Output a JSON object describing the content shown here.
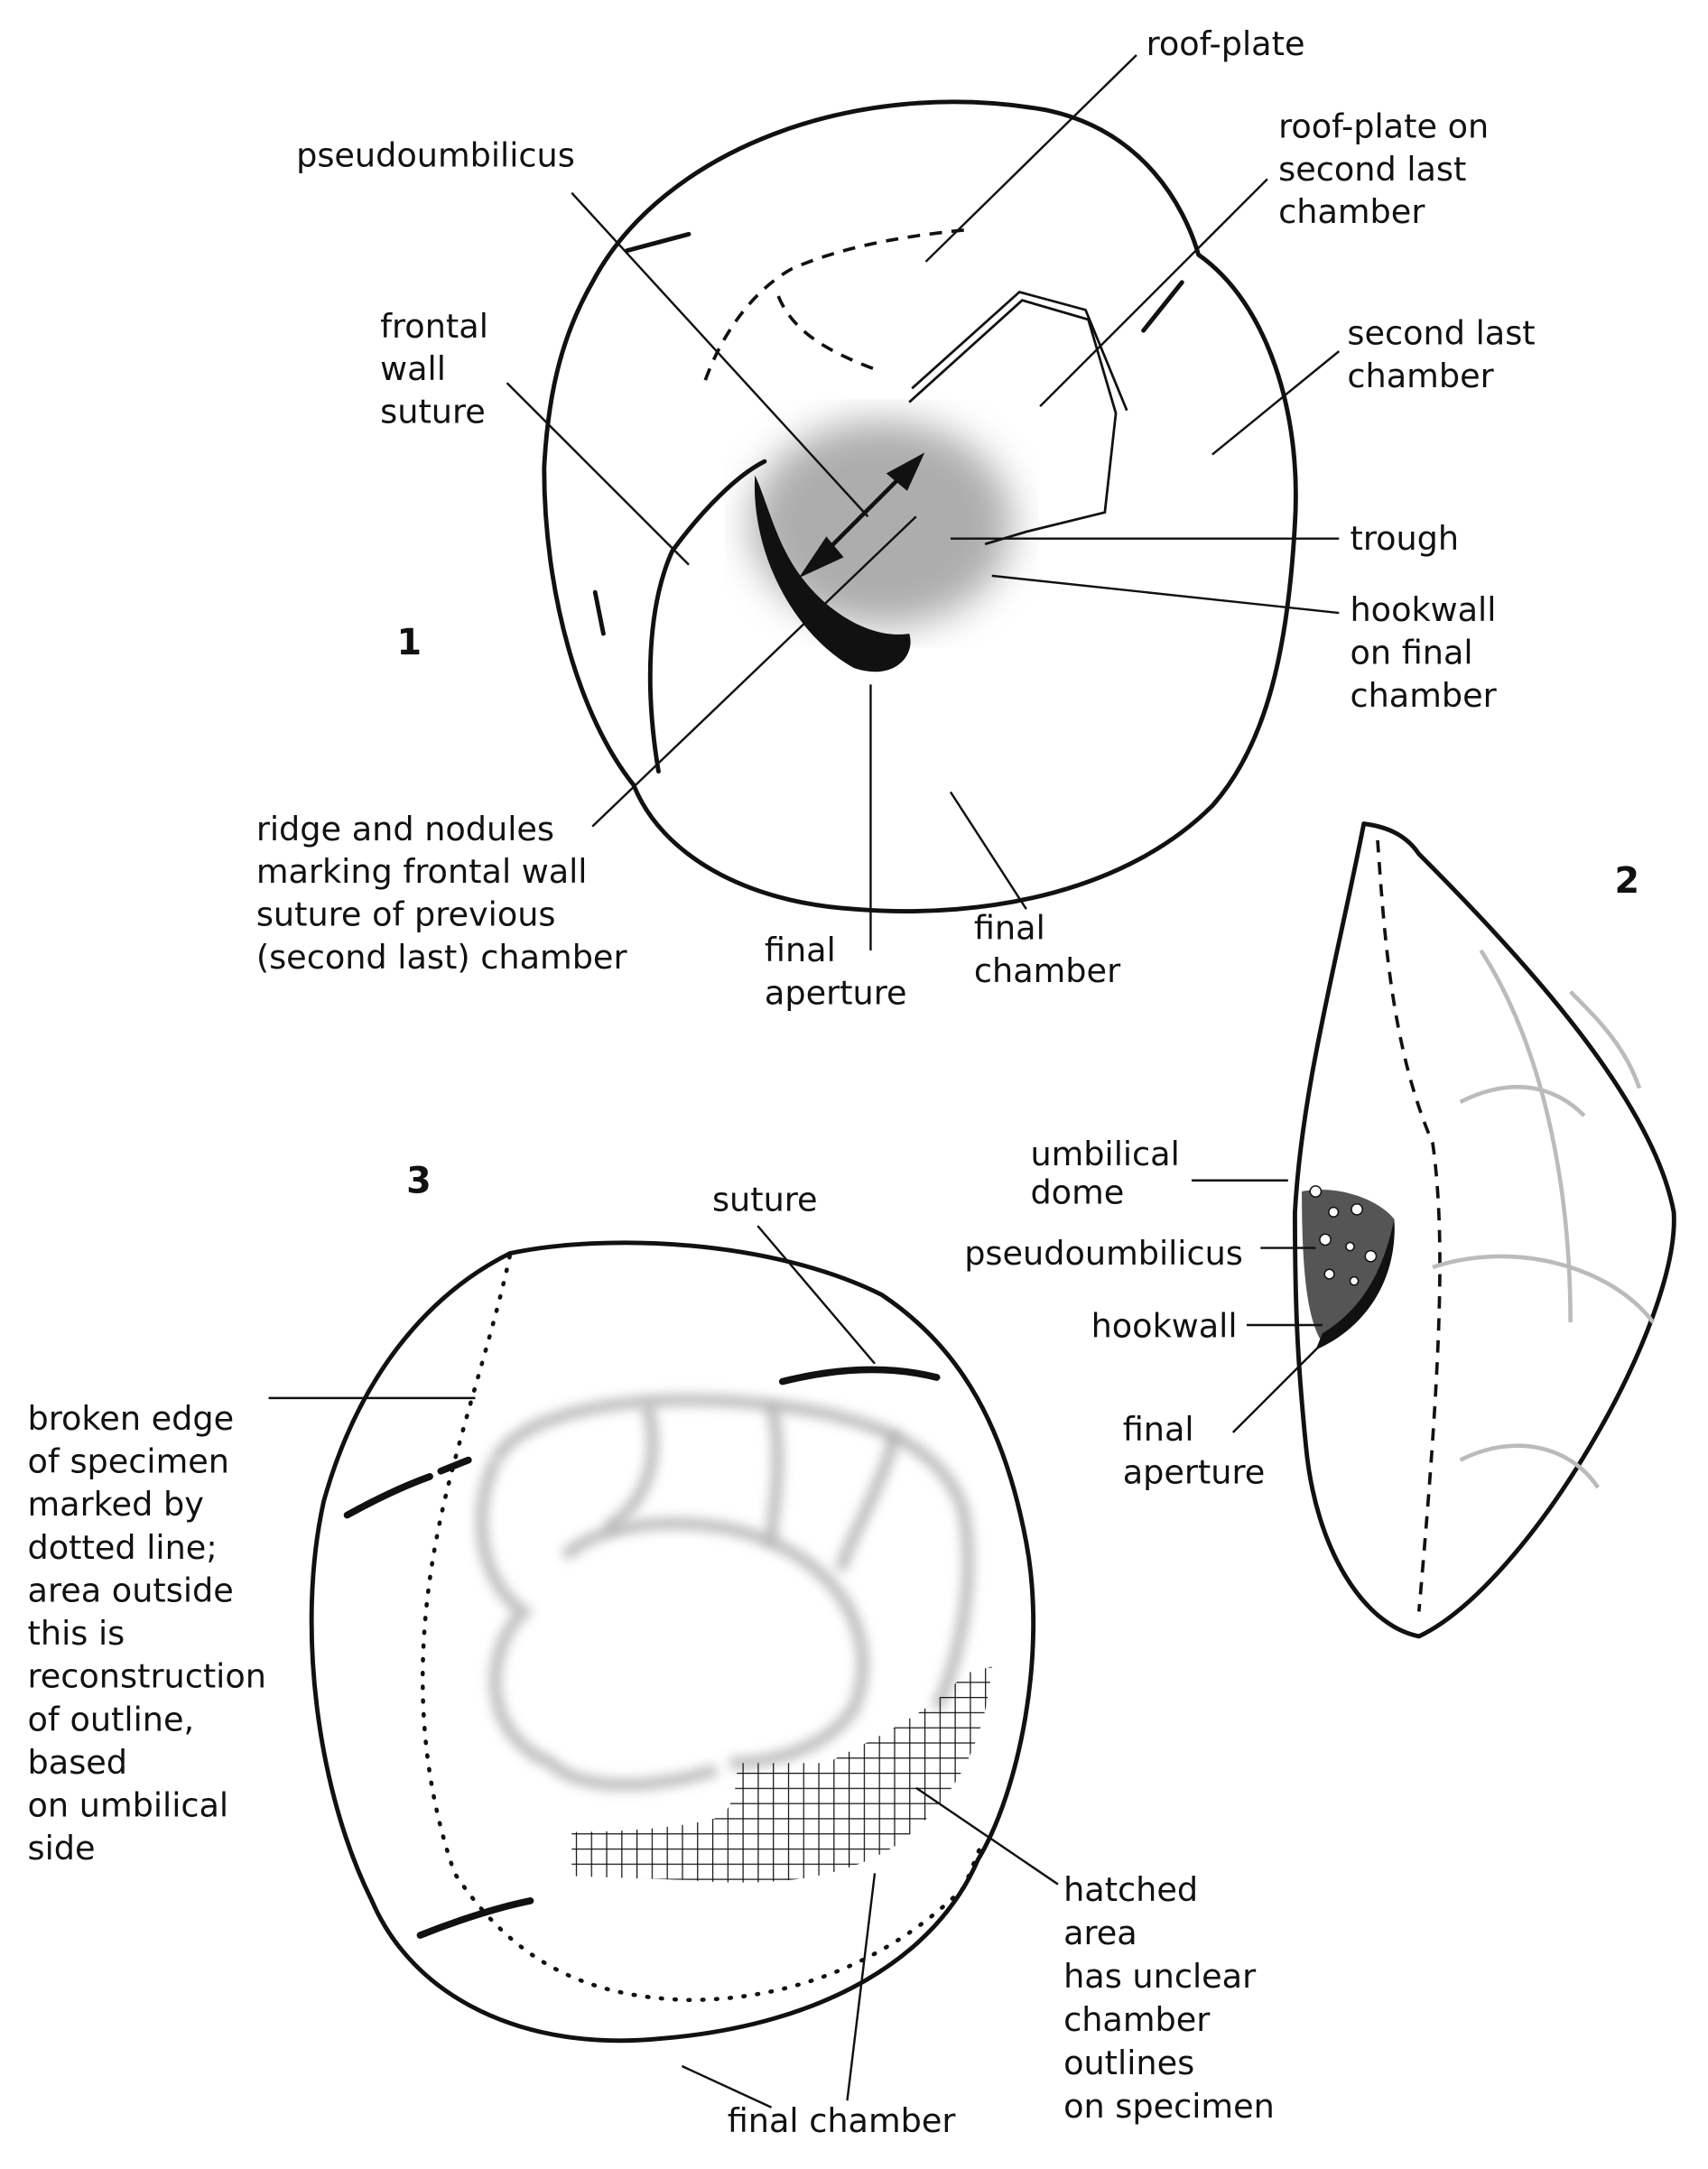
{
  "figure1": {
    "number": "1",
    "labels": {
      "roof_plate": "roof-plate",
      "pseudoumbilicus": "pseudoumbilicus",
      "roof_plate_second": [
        "roof-plate on",
        "second last",
        "chamber"
      ],
      "frontal_wall_suture": [
        "frontal",
        "wall",
        "suture"
      ],
      "second_last_chamber": [
        "second last",
        "chamber"
      ],
      "trough": "trough",
      "hookwall": [
        "hookwall",
        "on final",
        "chamber"
      ],
      "ridge": [
        "ridge and nodules",
        "marking frontal wall",
        "suture of previous",
        "(second last) chamber"
      ],
      "final_aperture": [
        "final",
        "aperture"
      ],
      "final_chamber": [
        "final",
        "chamber"
      ]
    }
  },
  "figure2": {
    "number": "2",
    "labels": {
      "umbilical_dome": [
        "umbilical",
        "dome"
      ],
      "pseudoumbilicus": "pseudoumbilicus",
      "hookwall": "hookwall",
      "final_aperture": [
        "final",
        "aperture"
      ]
    }
  },
  "figure3": {
    "number": "3",
    "labels": {
      "suture": "suture",
      "broken_edge": [
        "broken edge",
        "of specimen",
        "marked by",
        "dotted line;",
        "area outside",
        "this is",
        "reconstruction",
        "of outline,",
        "based",
        "on umbilical",
        "side"
      ],
      "hatched": [
        "hatched",
        "area",
        "has unclear",
        "chamber",
        "outlines",
        "on specimen"
      ],
      "final_chamber": "final chamber"
    }
  }
}
